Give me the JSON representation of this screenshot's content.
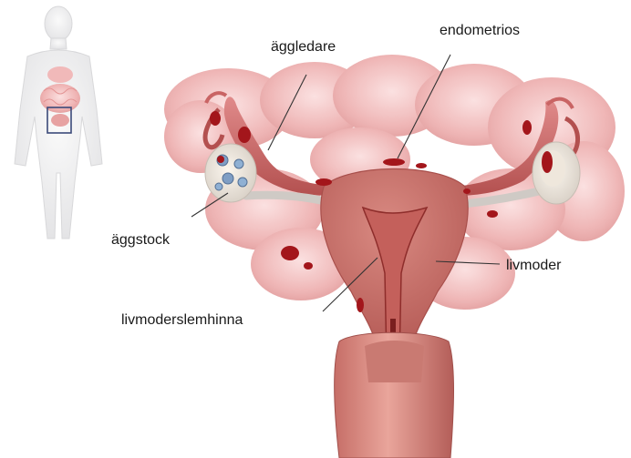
{
  "labels": {
    "endometrios": "endometrios",
    "aggledare": "äggledare",
    "aggstock": "äggstock",
    "livmoder": "livmoder",
    "livmoderslemhinna": "livmoderslemhinna"
  },
  "colors": {
    "tissue": "#d9817f",
    "tissue_dark": "#b2504e",
    "intestine": "#f1b6b6",
    "lesion": "#a3161b",
    "body_outline": "#d8d8da",
    "locator_box": "#3b4a7a"
  }
}
